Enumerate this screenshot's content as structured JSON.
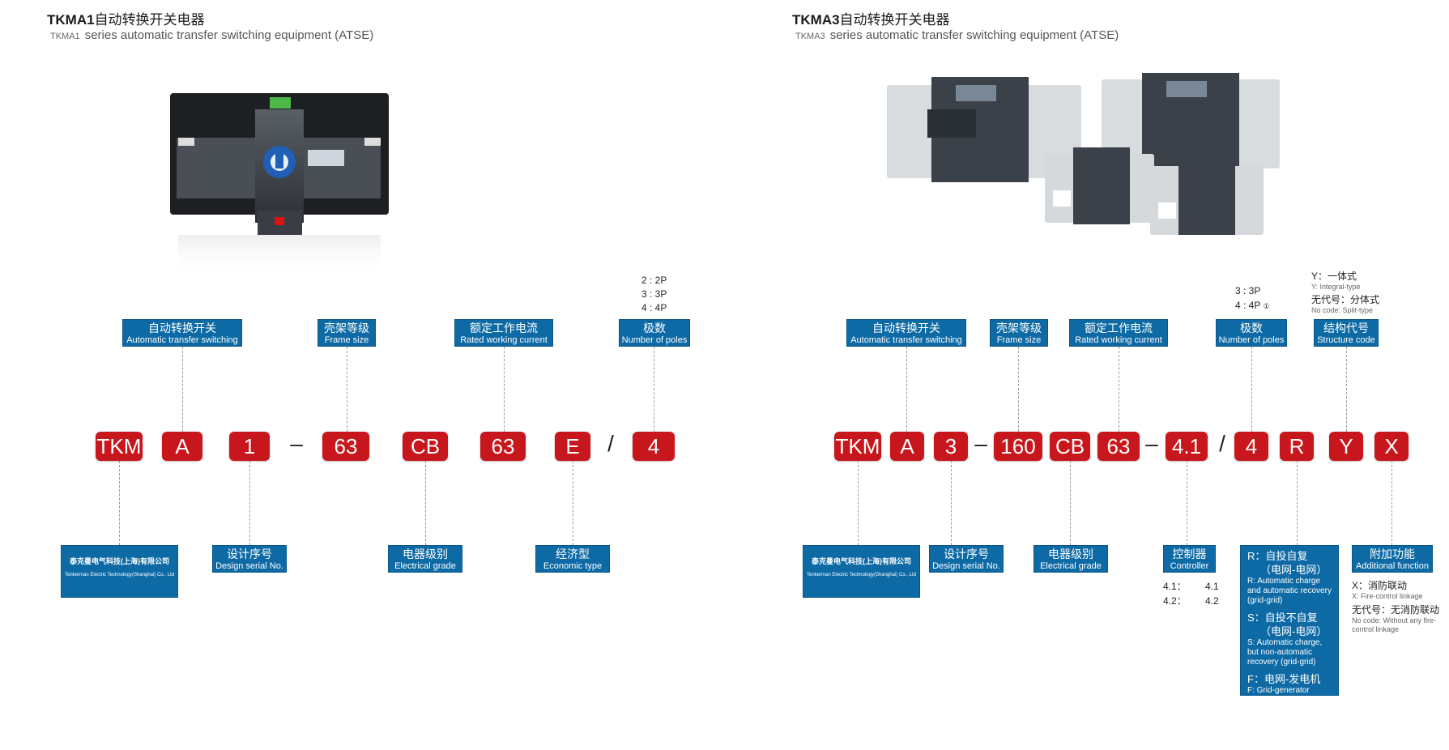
{
  "left": {
    "title_model": "TKMA1",
    "title_cn": "自动转换开关电器",
    "subtitle_small": "TKMA1",
    "subtitle": "series automatic transfer switching equipment (ATSE)",
    "code": [
      "TKM",
      "A",
      "1",
      "–",
      "63",
      "CB",
      "63",
      "E",
      "/",
      "4"
    ],
    "labels_top": {
      "ats": {
        "cn": "自动转换开关",
        "en": "Automatic transfer switching"
      },
      "frame": {
        "cn": "壳架等级",
        "en": "Frame size"
      },
      "current": {
        "cn": "额定工作电流",
        "en": "Rated working current"
      },
      "poles": {
        "cn": "极数",
        "en": "Number of poles"
      }
    },
    "poles_options": [
      "2 : 2P",
      "3 : 3P",
      "4 : 4P"
    ],
    "labels_bottom": {
      "company": {
        "cn": "泰克曼电气科技(上海)有限公司",
        "en": "Tenkerman Electric Technology(Shanghai) Co., Ltd"
      },
      "serial": {
        "cn": "设计序号",
        "en": "Design serial No."
      },
      "grade": {
        "cn": "电器级别",
        "en": "Electrical grade"
      },
      "economic": {
        "cn": "经济型",
        "en": "Economic type"
      }
    }
  },
  "right": {
    "title_model": "TKMA3",
    "title_cn": "自动转换开关电器",
    "subtitle_small": "TKMA3",
    "subtitle": "series automatic transfer switching equipment (ATSE)",
    "code": [
      "TKM",
      "A",
      "3",
      "–",
      "160",
      "CB",
      "63",
      "–",
      "4.1",
      "/",
      "4",
      "R",
      "Y",
      "X"
    ],
    "labels_top": {
      "ats": {
        "cn": "自动转换开关",
        "en": "Automatic transfer switching"
      },
      "frame": {
        "cn": "壳架等级",
        "en": "Frame size"
      },
      "current": {
        "cn": "额定工作电流",
        "en": "Rated working current"
      },
      "poles": {
        "cn": "极数",
        "en": "Number of poles"
      },
      "structure": {
        "cn": "结构代号",
        "en": "Structure code"
      }
    },
    "poles_options": [
      "3 : 3P",
      "4 : 4P"
    ],
    "poles_note": "①",
    "structure_options": {
      "y_cn": "Y：一体式",
      "y_en": "Y: Integral-type",
      "none_cn": "无代号：分体式",
      "none_en": "No code: Split-type"
    },
    "labels_bottom": {
      "company": {
        "cn": "泰克曼电气科技(上海)有限公司",
        "en": "Tenkerman Electric Technology(Shanghai) Co., Ltd"
      },
      "serial": {
        "cn": "设计序号",
        "en": "Design serial No."
      },
      "grade": {
        "cn": "电器级别",
        "en": "Electrical grade"
      },
      "controller": {
        "cn": "控制器",
        "en": "Controller"
      },
      "additional": {
        "cn": "附加功能",
        "en": "Additional function"
      }
    },
    "controller_options": [
      [
        "4.1：",
        "4.1"
      ],
      [
        "4.2：",
        "4.2"
      ]
    ],
    "recovery": {
      "r_cn": "R：自投自复",
      "r_cn2": "（电网-电网）",
      "r_en": "R: Automatic charge and automatic recovery (grid-grid)",
      "s_cn": "S：自投不自复",
      "s_cn2": "（电网-电网）",
      "s_en": "S: Automatic charge, but non-automatic recovery (grid-grid)",
      "f_cn": "F：电网-发电机",
      "f_en": "F: Grid-generator"
    },
    "additional_options": {
      "x_cn": "X：消防联动",
      "x_en": "X: Fire-control linkage",
      "none_cn": "无代号：无消防联动",
      "none_en": "No code: Without any fire-control linkage"
    }
  }
}
